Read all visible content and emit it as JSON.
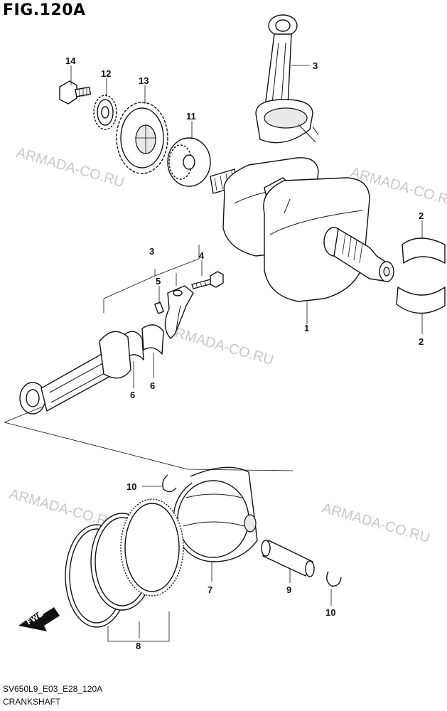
{
  "figure": {
    "title": "FIG.120A",
    "code": "SV650L9_E03_E28_120A",
    "name": "CRANKSHAFT"
  },
  "watermark": "ARMADA-CO.RU",
  "fwd_label": "FWD",
  "callouts": {
    "c1": "1",
    "c2a": "2",
    "c2b": "2",
    "c3a": "3",
    "c3b": "3",
    "c5": "5",
    "c4": "4",
    "c6a": "6",
    "c6b": "6",
    "c7": "7",
    "c8": "8",
    "c9": "9",
    "c10a": "10",
    "c10b": "10",
    "c11": "11",
    "c12": "12",
    "c13": "13",
    "c14": "14"
  }
}
